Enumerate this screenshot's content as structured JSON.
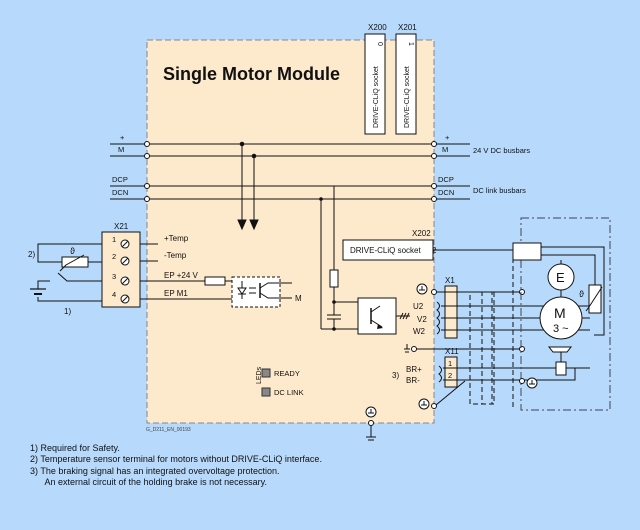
{
  "title": "Single Motor Module",
  "figure_code": "G_D211_EN_00193",
  "sockets": [
    {
      "id": "X200",
      "label": "DRIVE-CLiQ socket",
      "num": "0"
    },
    {
      "id": "X201",
      "label": "DRIVE-CLiQ socket",
      "num": "1"
    },
    {
      "id": "X202",
      "label": "DRIVE-CLiQ socket",
      "num": "2"
    }
  ],
  "busbars": {
    "plus": "+",
    "m": "M",
    "dcp": "DCP",
    "dcn": "DCN",
    "dc24_label": "24 V DC busbars",
    "dclink_label": "DC link busbars"
  },
  "x21": {
    "id": "X21",
    "pins": [
      "1",
      "2",
      "3",
      "4"
    ],
    "signals": [
      "+Temp",
      "-Temp",
      "EP +24 V",
      "EP M1"
    ],
    "footnote_left_top": "2)",
    "footnote_left_bottom": "1)",
    "theta": "ϑ"
  },
  "optocoupler_m": "M",
  "x1": {
    "id": "X1",
    "phases": [
      "U2",
      "V2",
      "W2"
    ]
  },
  "x11": {
    "id": "X11",
    "pins": [
      "1",
      "2"
    ],
    "signals": [
      "BR+",
      "BR-"
    ],
    "footnote": "3)"
  },
  "leds": {
    "group": "LEDs",
    "items": [
      "READY",
      "DC LINK"
    ]
  },
  "motor": {
    "encoder": "E",
    "label": "M",
    "sub": "3 ~",
    "theta": "ϑ"
  },
  "notes": [
    "1)  Required for Safety.",
    "2)  Temperature sensor terminal for motors without DRIVE-CLiQ interface.",
    "3)  The braking signal has an integrated overvoltage protection.",
    "      An external circuit of the holding brake is not necessary."
  ],
  "colors": {
    "background": "#b7d9fb",
    "module": "#fde9cc",
    "line": "#111111"
  }
}
